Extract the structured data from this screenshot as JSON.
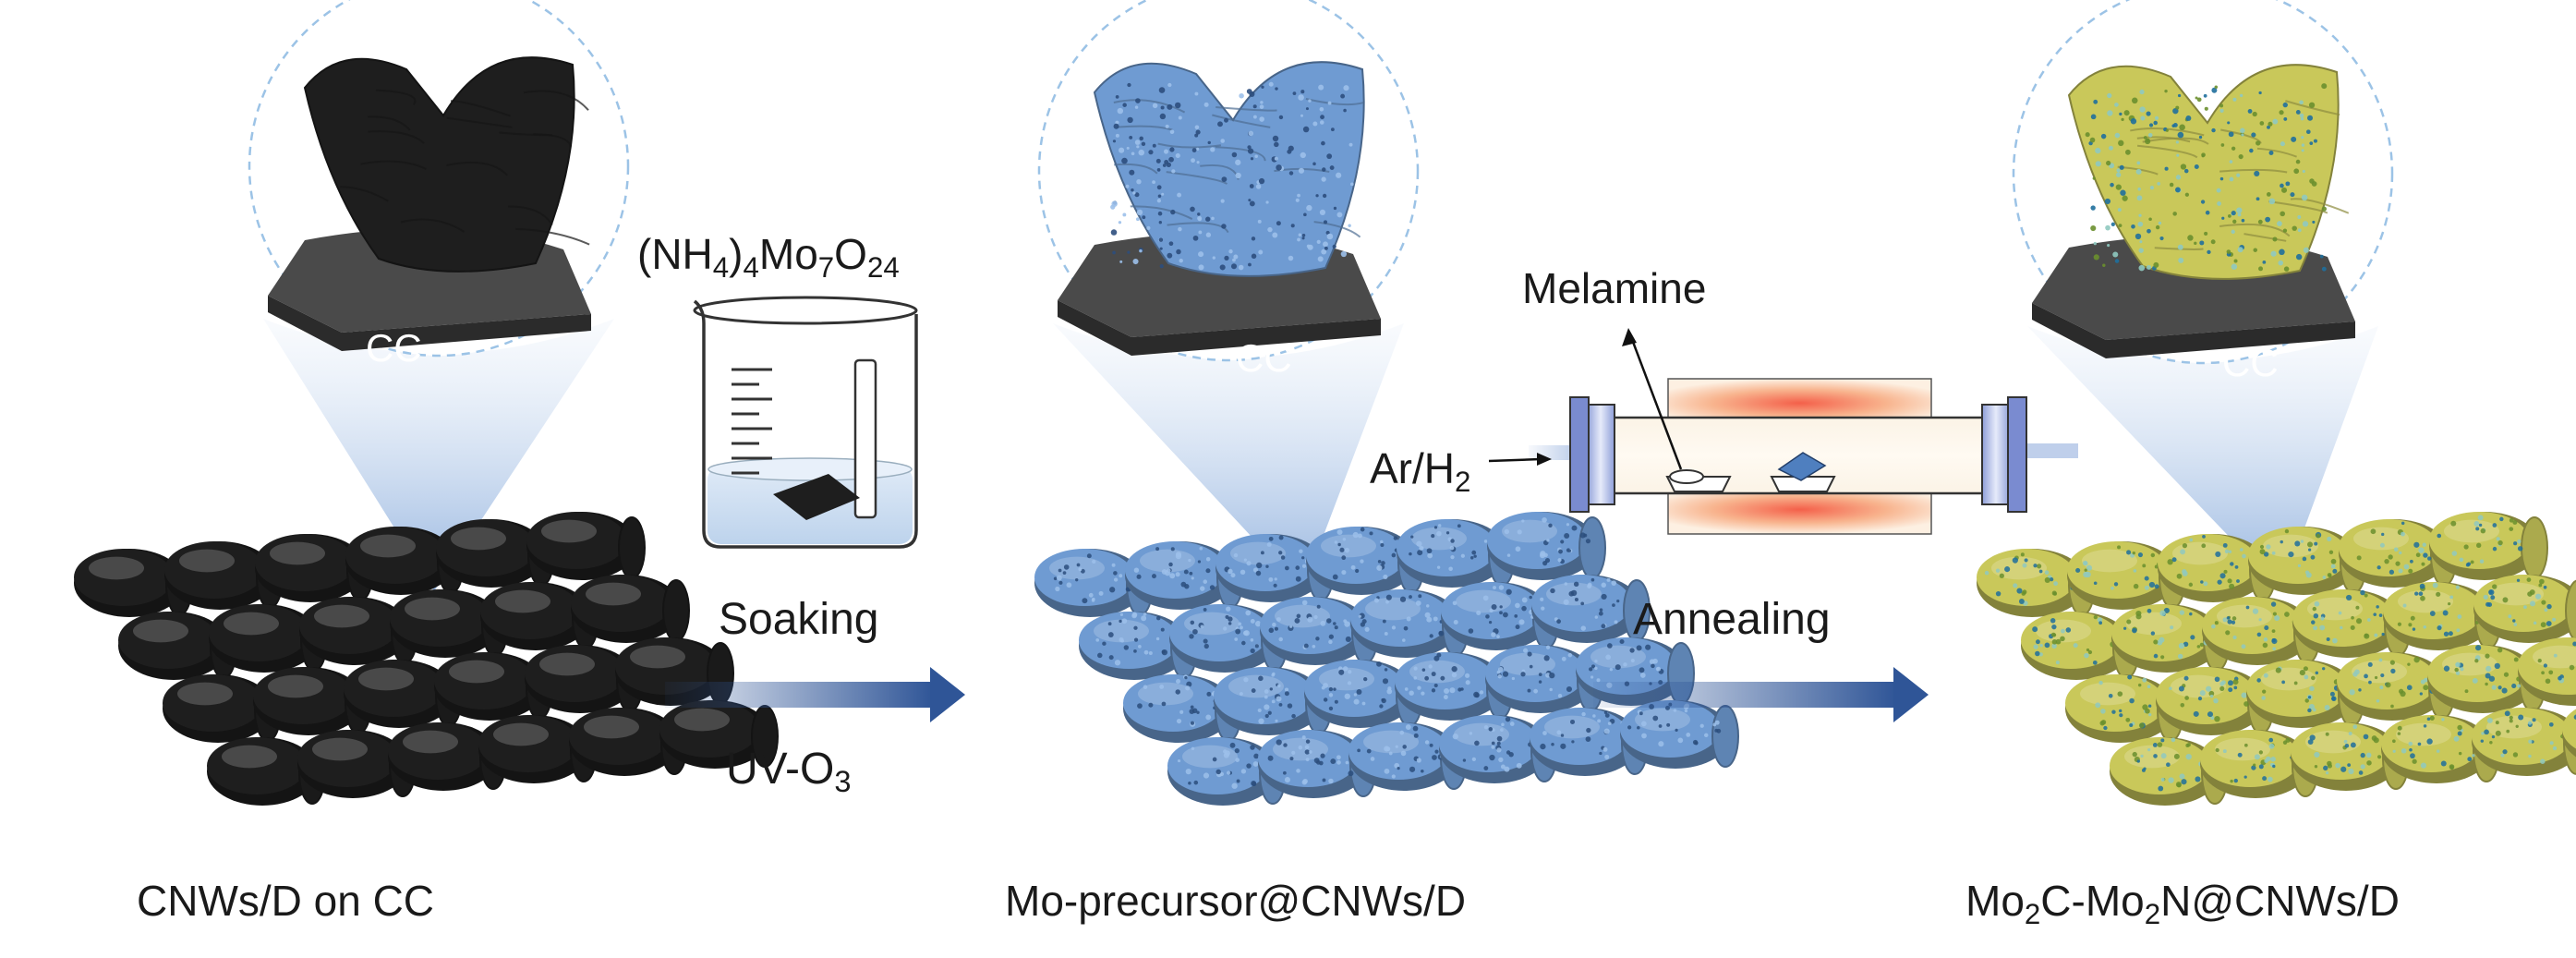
{
  "panels": [
    {
      "caption": "CNWs/D on CC",
      "substrate_label": "CC",
      "material_color": "#1e1e1e"
    },
    {
      "caption": "Mo-precursor@CNWs/D",
      "substrate_label": "CC",
      "material_color": "#6f9bd2"
    },
    {
      "caption_prefix": "Mo",
      "caption_sub1": "2",
      "caption_mid": "C-Mo",
      "caption_sub2": "2",
      "caption_suffix": "N@CNWs/D",
      "substrate_label": "CC",
      "material_color": "#c9c85a"
    }
  ],
  "step1": {
    "reagent_prefix": "(NH",
    "reagent_sub1": "4",
    "reagent_mid1": ")",
    "reagent_sub2": "4",
    "reagent_mid2": "Mo",
    "reagent_sub3": "7",
    "reagent_mid3": "O",
    "reagent_sub4": "24",
    "label_top": "Soaking",
    "label_bottom_prefix": "UV-O",
    "label_bottom_sub": "3"
  },
  "step2": {
    "melamine_label": "Melamine",
    "gas_prefix": "Ar/H",
    "gas_sub": "2",
    "label_top": "Annealing"
  },
  "colors": {
    "arrow": "#2f5597",
    "circle_dash": "#9cc3e6",
    "beam": "#b4c7e7",
    "furnace_hot": "#f4604a"
  }
}
